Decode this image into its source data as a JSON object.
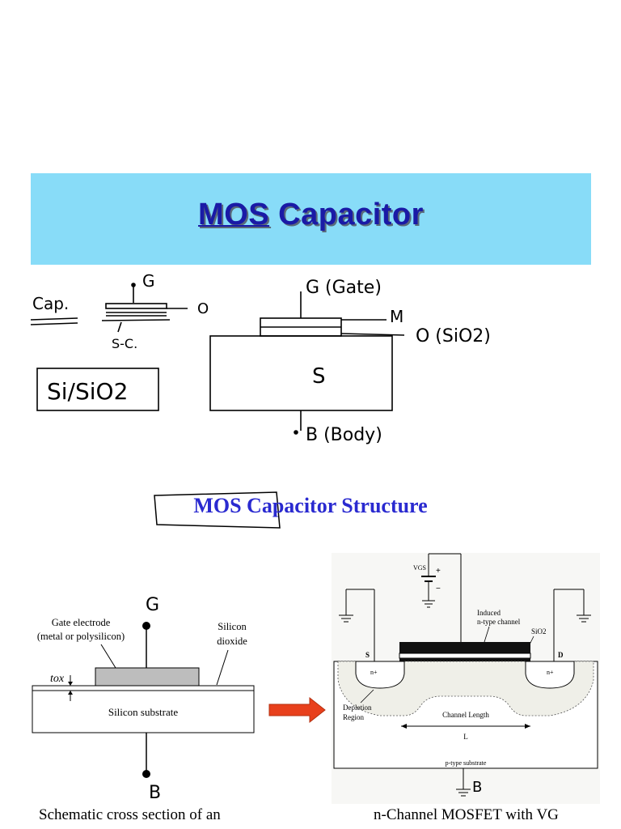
{
  "slide": {
    "title_underlined": "MOS",
    "title_rest": " Capacitor",
    "structure_title": "MOS Capacitor Structure"
  },
  "sketch": {
    "cap_label": "Cap.",
    "g_label": "G",
    "o_label": "O",
    "sc_label": "S-C.",
    "si_label": "Si/SiO2",
    "gate_label": "G (Gate)",
    "m_label": "M",
    "oxide_label": "O (SiO2)",
    "s_label": "S",
    "body_label": "B (Body)"
  },
  "left_figure": {
    "g_label": "G",
    "gate_electrode": "Gate electrode",
    "gate_electrode_sub": "(metal or polysilicon)",
    "silicon": "Silicon",
    "dioxide": "dioxide",
    "tox": "tox",
    "substrate": "Silicon substrate",
    "b_label": "B",
    "caption": "Schematic cross section of an"
  },
  "right_figure": {
    "vgs": "VGS",
    "plus": "+",
    "minus": "−",
    "induced": "Induced",
    "n_type_channel": "n-type channel",
    "sio2": "SiO2",
    "s_label": "S",
    "d_label": "D",
    "n_plus_left": "n+",
    "n_plus_right": "n+",
    "depletion": "Depletion",
    "region": "Region",
    "channel_length": "Channel Length",
    "l_label": "L",
    "p_substrate": "p-type substrate",
    "b_label": "B",
    "caption": "n-Channel MOSFET with VG"
  },
  "colors": {
    "banner": "#88dcf8",
    "title": "#1a1aa6",
    "structure_title": "#2a2ad0",
    "arrow": "#e8401c"
  }
}
